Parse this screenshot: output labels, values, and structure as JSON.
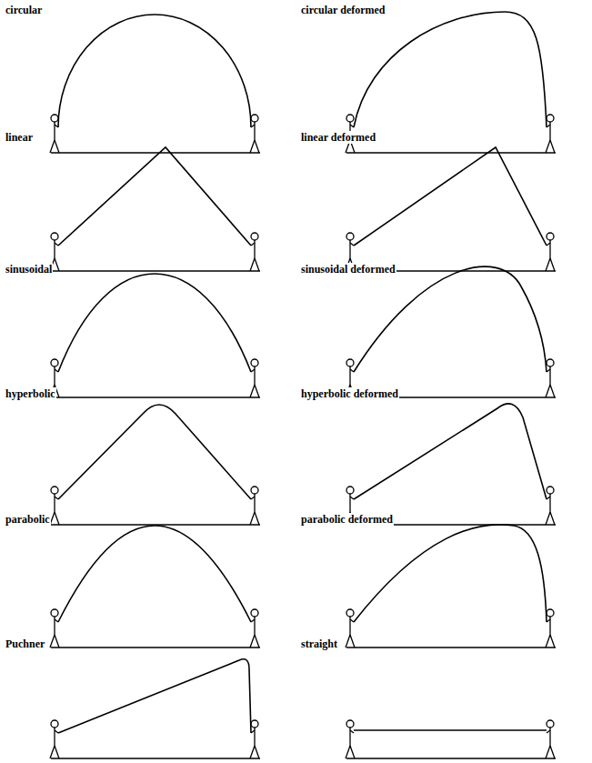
{
  "diagram": {
    "labels": [
      "circular",
      "circular deformed",
      "linear",
      "linear deformed",
      "sinusoidal",
      "sinusoidal deformed",
      "hyperbolic",
      "hyperbolic deformed",
      "parabolic",
      "parabolic deformed",
      "Puchner",
      "straight"
    ]
  }
}
